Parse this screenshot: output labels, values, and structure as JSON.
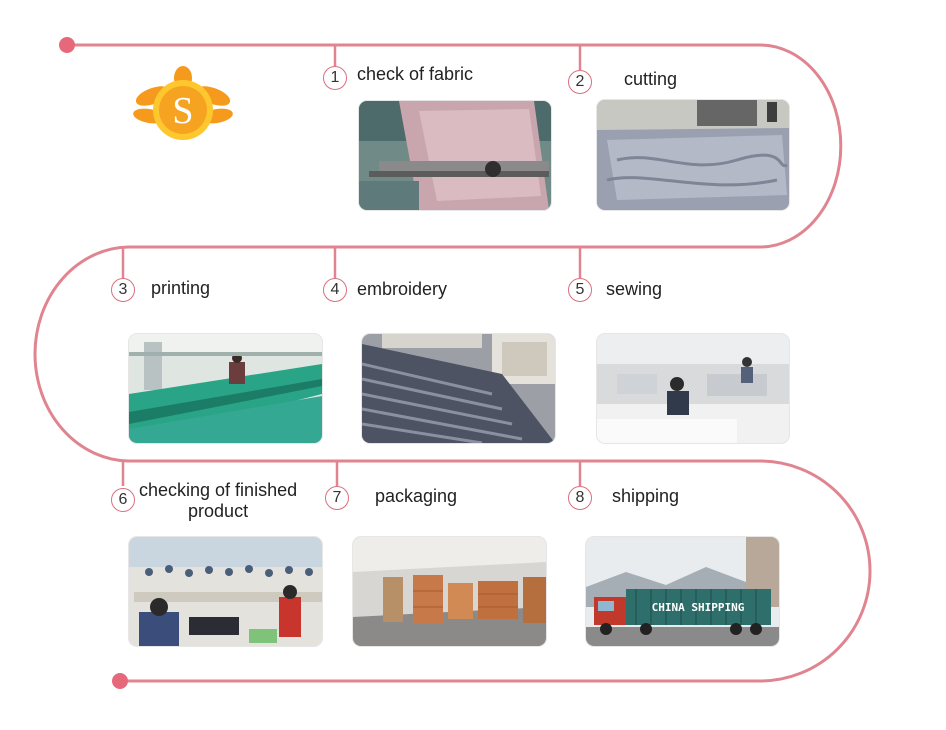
{
  "colors": {
    "track": "#e08590",
    "logo_orange": "#f59a1c",
    "logo_yellow": "#ffc72e"
  },
  "logo": {
    "letter": "S",
    "icon": "sun-s-logo-icon"
  },
  "steps": [
    {
      "number": "1",
      "label": "check of fabric",
      "photo": "fabric-inspection-machine"
    },
    {
      "number": "2",
      "label": "cutting",
      "photo": "cutting-table"
    },
    {
      "number": "3",
      "label": "printing",
      "photo": "printing-line"
    },
    {
      "number": "4",
      "label": "embroidery",
      "photo": "embroidery-machine"
    },
    {
      "number": "5",
      "label": "sewing",
      "photo": "sewing-workshop"
    },
    {
      "number": "6",
      "label_line1": "checking of finished",
      "label_line2": "product",
      "photo": "quality-check-room"
    },
    {
      "number": "7",
      "label": "packaging",
      "photo": "warehouse-cartons"
    },
    {
      "number": "8",
      "label": "shipping",
      "photo": "shipping-truck"
    }
  ],
  "truck_text": "CHINA SHIPPING"
}
